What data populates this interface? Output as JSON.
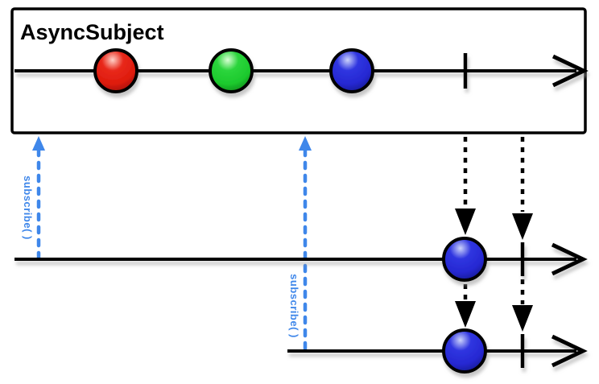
{
  "diagram": {
    "type": "marble-diagram",
    "title": "AsyncSubject",
    "source": {
      "events": [
        {
          "kind": "next",
          "color_name": "red"
        },
        {
          "kind": "next",
          "color_name": "green"
        },
        {
          "kind": "next",
          "color_name": "blue"
        },
        {
          "kind": "complete"
        }
      ]
    },
    "subscribers": [
      {
        "subscribe_label": "subscribe( )",
        "events": [
          {
            "kind": "next",
            "color_name": "blue"
          },
          {
            "kind": "complete"
          }
        ]
      },
      {
        "subscribe_label": "subscribe( )",
        "events": [
          {
            "kind": "next",
            "color_name": "blue"
          },
          {
            "kind": "complete"
          }
        ]
      }
    ],
    "colors": {
      "marble_red": "#e8291b",
      "marble_green": "#2bd53c",
      "marble_blue": "#2f35e0",
      "subscribe_blue": "#3f87ea",
      "line": "#000000"
    }
  }
}
